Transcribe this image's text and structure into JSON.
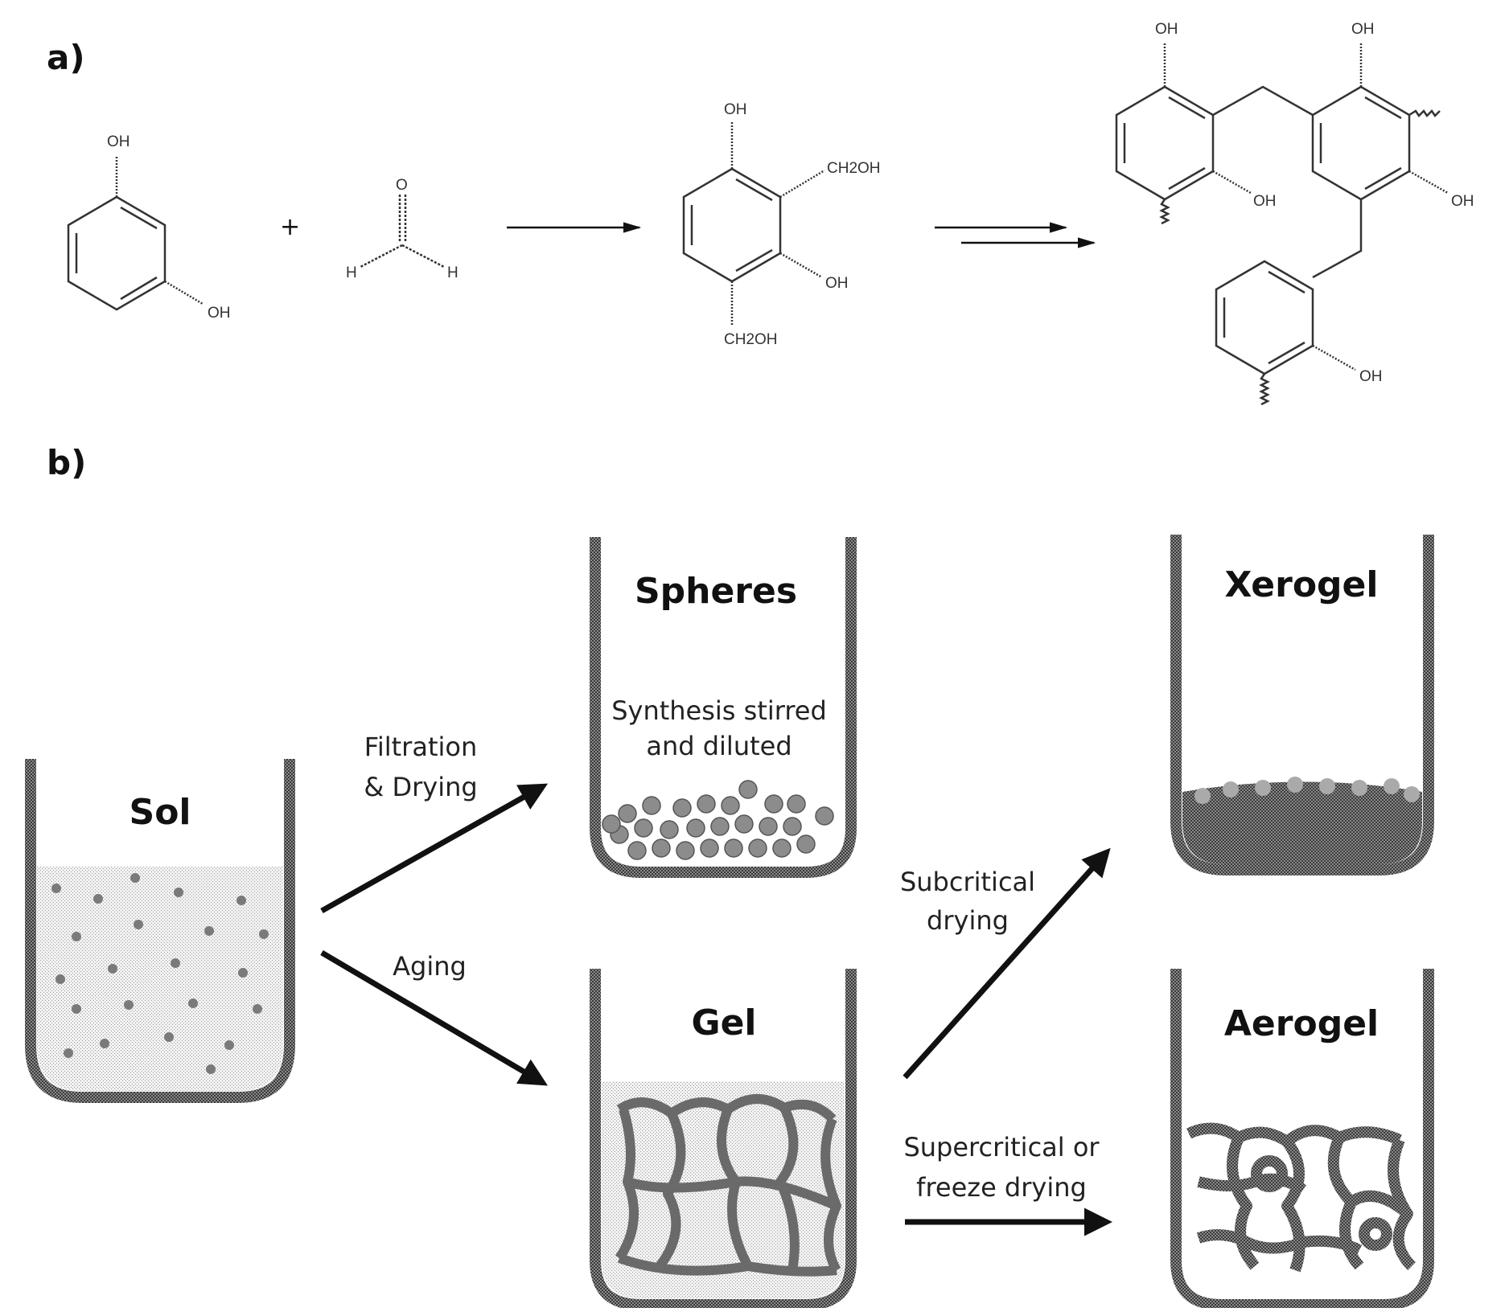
{
  "panel_a": {
    "label": "a)",
    "resorcinol": {
      "oh_top": "OH",
      "oh_bottom": "OH"
    },
    "plus": "+",
    "formaldehyde": {
      "o": "O",
      "h_left": "H",
      "h_right": "H"
    },
    "intermediate": {
      "oh_top": "OH",
      "ch2oh_right": "CH2OH",
      "oh_right": "OH",
      "ch2oh_bottom": "CH2OH"
    },
    "polymer": {
      "oh1": "OH",
      "oh2": "OH",
      "oh3": "OH",
      "oh4": "OH",
      "oh5": "OH"
    }
  },
  "panel_b": {
    "label": "b)",
    "beakers": {
      "sol": "Sol",
      "spheres": "Spheres",
      "spheres_note_1": "Synthesis stirred",
      "spheres_note_2": "and diluted",
      "gel": "Gel",
      "xerogel": "Xerogel",
      "aerogel": "Aerogel"
    },
    "steps": {
      "filtration_1": "Filtration",
      "filtration_2": "& Drying",
      "aging": "Aging",
      "subcritical_1": "Subcritical",
      "subcritical_2": "drying",
      "supercritical_1": "Supercritical or",
      "supercritical_2": "freeze drying"
    }
  }
}
